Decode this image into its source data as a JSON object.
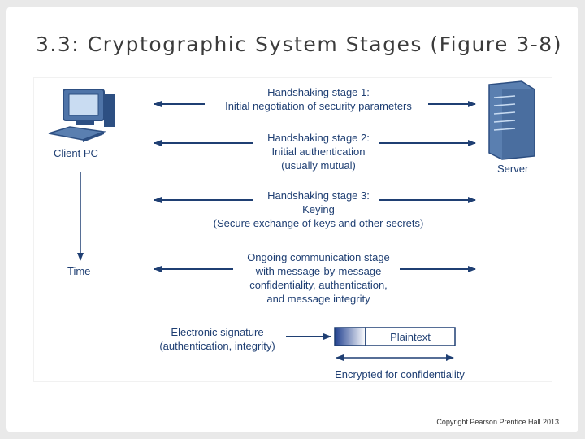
{
  "slide": {
    "title": "3.3: Cryptographic System Stages  (Figure 3-8)",
    "copyright": "Copyright Pearson Prentice Hall 2013"
  },
  "diagram": {
    "client_label": "Client PC",
    "server_label": "Server",
    "time_label": "Time",
    "stages": [
      {
        "lines": [
          "Handshaking stage 1:",
          "Initial negotiation of security parameters"
        ]
      },
      {
        "lines": [
          "Handshaking stage 2:",
          "Initial authentication",
          "(usually mutual)"
        ]
      },
      {
        "lines": [
          "Handshaking stage 3:",
          "Keying",
          "(Secure exchange of keys and other secrets)"
        ]
      },
      {
        "lines": [
          "Ongoing communication stage",
          "with message-by-message",
          "confidentiality, authentication,",
          "and message integrity"
        ]
      }
    ],
    "signature_label": [
      "Electronic signature",
      "(authentication, integrity)"
    ],
    "plaintext_label": "Plaintext",
    "encrypted_label": "Encrypted for confidentiality",
    "colors": {
      "ink": "#1f3f73",
      "device": "#5a7fb0",
      "device_dark": "#2d4f82"
    }
  }
}
